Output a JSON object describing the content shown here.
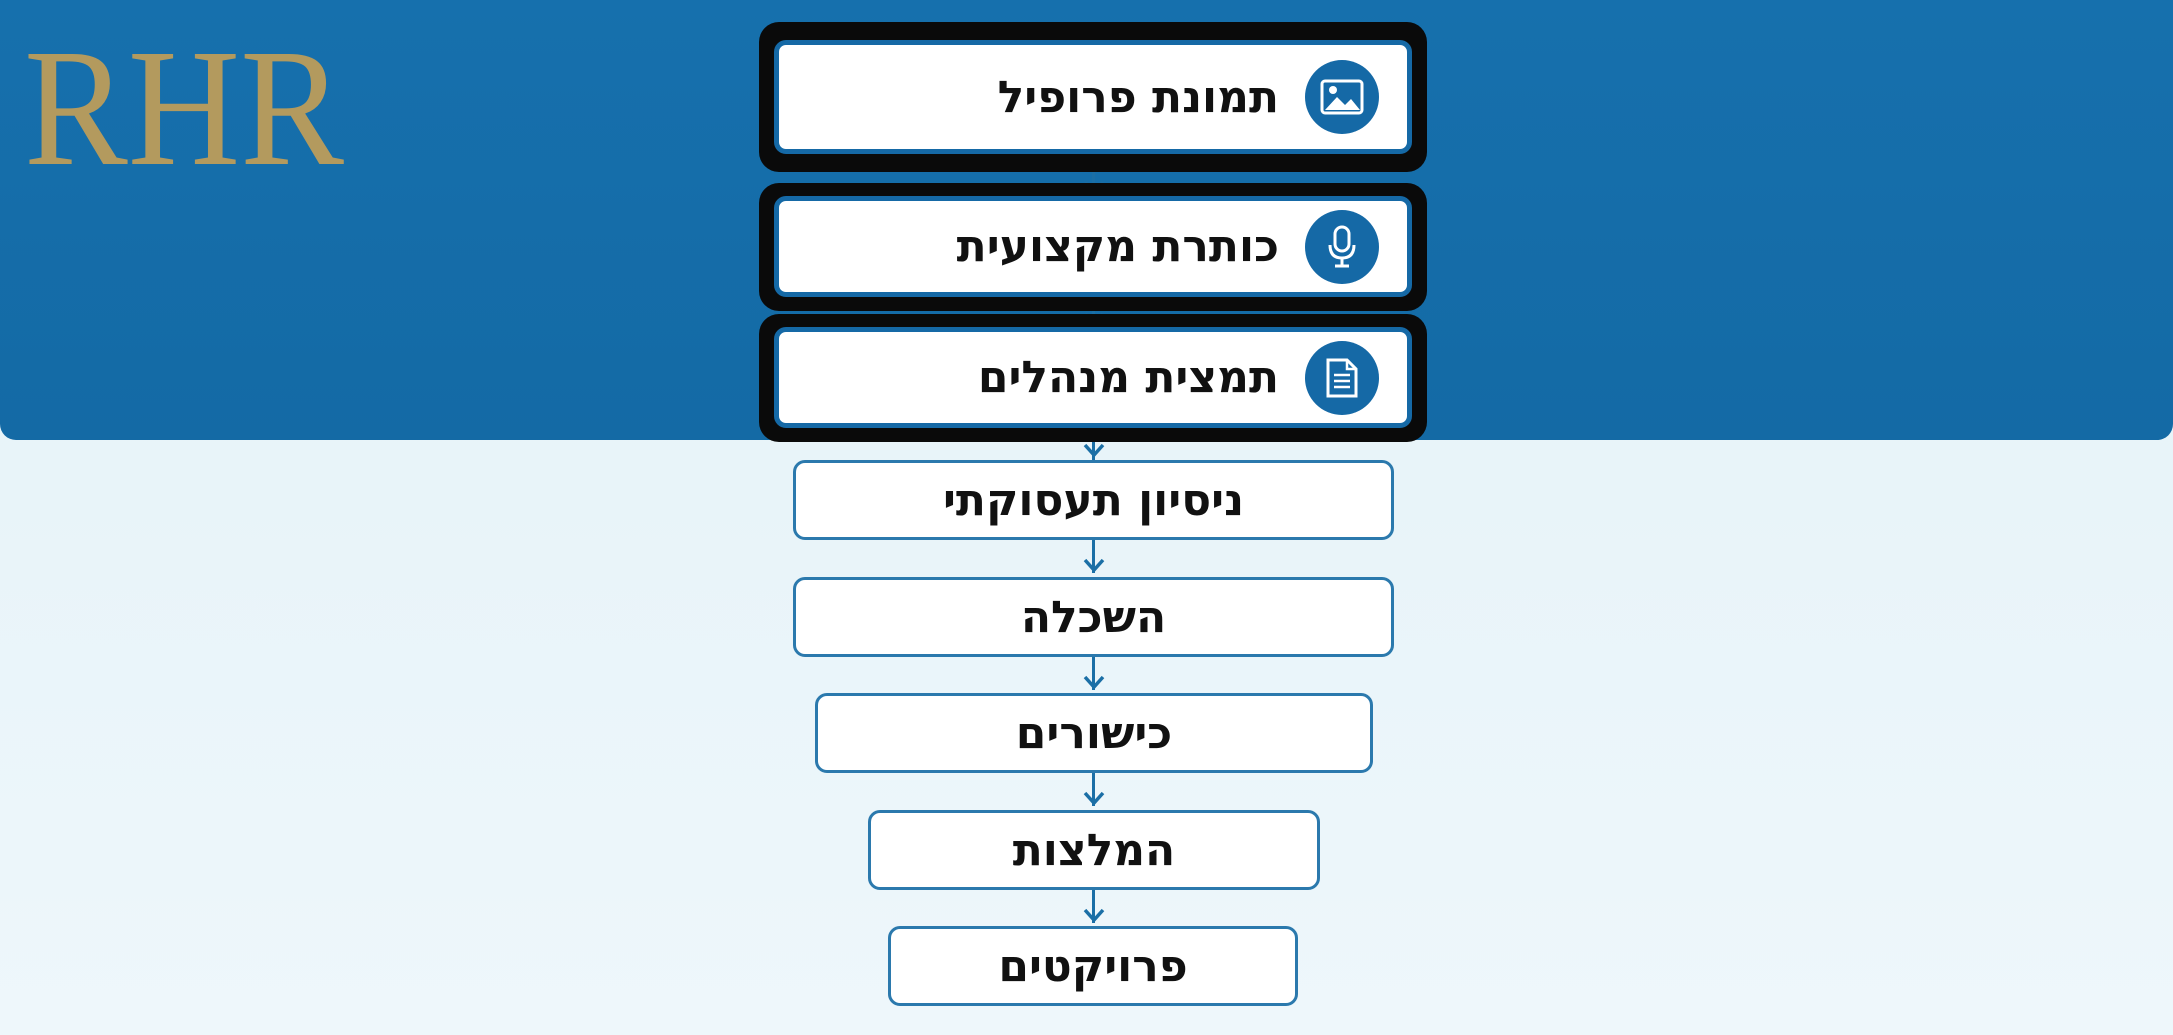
{
  "logo": {
    "text": "RHR"
  },
  "highlighted_steps": [
    {
      "label": "תמונת פרופיל",
      "icon": "image-icon"
    },
    {
      "label": "כותרת מקצועית",
      "icon": "microphone-icon"
    },
    {
      "label": "תמצית מנהלים",
      "icon": "document-icon"
    }
  ],
  "steps": [
    {
      "label": "ניסיון תעסוקתי"
    },
    {
      "label": "השכלה"
    },
    {
      "label": "כישורים"
    },
    {
      "label": "המלצות"
    },
    {
      "label": "פרויקטים"
    }
  ],
  "colors": {
    "band": "#1670ad",
    "accent": "#1569a6",
    "logo_gold": "#b39a5e",
    "background": "#e8f4f9"
  }
}
